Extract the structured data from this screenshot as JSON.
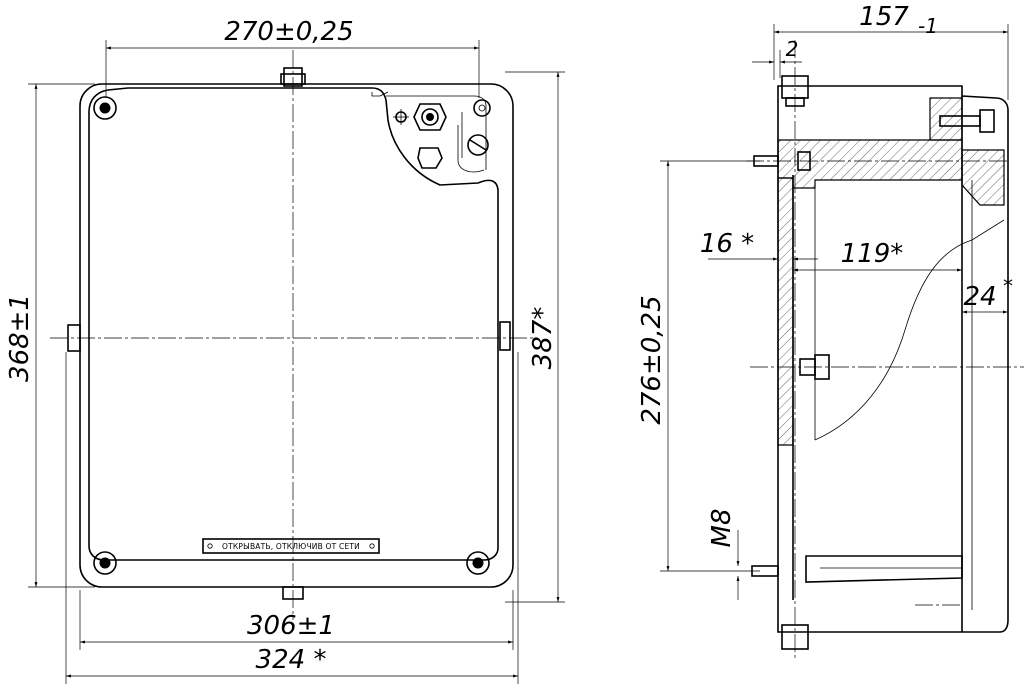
{
  "dimensions": {
    "top_width": "270±0,25",
    "depth_total": "157",
    "depth_total_tol": "-1",
    "flange_gap": "2",
    "height_left": "368±1",
    "height_right_star": "387*",
    "wall_16": "16 *",
    "inner_119": "119*",
    "side_24": "24",
    "side_24_star": "*",
    "height_276": "276±0,25",
    "thread_m8": "M8",
    "bottom_306": "306±1",
    "bottom_324": "324 *"
  },
  "warning_plate": {
    "text": "ОТКРЫВАТЬ, ОТКЛЮЧИВ ОТ СЕТИ"
  }
}
